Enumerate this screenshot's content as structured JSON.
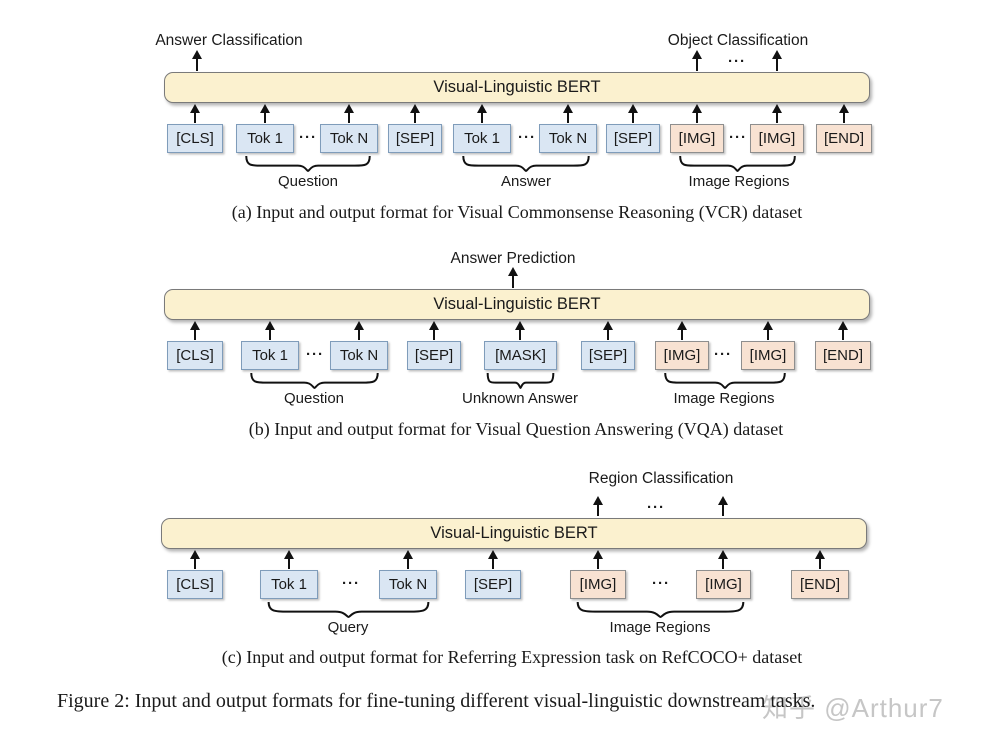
{
  "colors": {
    "text_box_fill": "#dae6f3",
    "text_box_border": "#7f9cba",
    "image_box_fill": "#f8e2d2",
    "image_box_border": "#8e8e8e",
    "bert_fill": "#fbf1cf",
    "bert_border": "#7a7a7a",
    "arrow": "#111111",
    "watermark_gray": "#c6c6c6"
  },
  "diagrams": {
    "a": {
      "output_left": "Answer Classification",
      "output_right": "Object Classification",
      "output_dots": "···",
      "bert_label": "Visual-Linguistic BERT",
      "tokens": [
        {
          "label": "[CLS]",
          "type": "text"
        },
        {
          "label": "Tok 1",
          "type": "text"
        },
        {
          "label": "···",
          "type": "dots"
        },
        {
          "label": "Tok N",
          "type": "text"
        },
        {
          "label": "[SEP]",
          "type": "text"
        },
        {
          "label": "Tok 1",
          "type": "text"
        },
        {
          "label": "···",
          "type": "dots"
        },
        {
          "label": "Tok N",
          "type": "text"
        },
        {
          "label": "[SEP]",
          "type": "text"
        },
        {
          "label": "[IMG]",
          "type": "image"
        },
        {
          "label": "···",
          "type": "dots"
        },
        {
          "label": "[IMG]",
          "type": "image"
        },
        {
          "label": "[END]",
          "type": "image"
        }
      ],
      "groups": [
        {
          "label": "Question"
        },
        {
          "label": "Answer"
        },
        {
          "label": "Image Regions"
        }
      ],
      "caption": "(a) Input and output format for Visual Commonsense Reasoning (VCR) dataset"
    },
    "b": {
      "output_top": "Answer Prediction",
      "bert_label": "Visual-Linguistic BERT",
      "tokens": [
        {
          "label": "[CLS]",
          "type": "text"
        },
        {
          "label": "Tok 1",
          "type": "text"
        },
        {
          "label": "···",
          "type": "dots"
        },
        {
          "label": "Tok N",
          "type": "text"
        },
        {
          "label": "[SEP]",
          "type": "text"
        },
        {
          "label": "[MASK]",
          "type": "text"
        },
        {
          "label": "[SEP]",
          "type": "text"
        },
        {
          "label": "[IMG]",
          "type": "image"
        },
        {
          "label": "···",
          "type": "dots"
        },
        {
          "label": "[IMG]",
          "type": "image"
        },
        {
          "label": "[END]",
          "type": "image"
        }
      ],
      "groups": [
        {
          "label": "Question"
        },
        {
          "label": "Unknown Answer"
        },
        {
          "label": "Image Regions"
        }
      ],
      "caption": "(b) Input and output format for Visual Question Answering (VQA) dataset"
    },
    "c": {
      "output_top": "Region Classification",
      "output_dots": "···",
      "bert_label": "Visual-Linguistic BERT",
      "tokens": [
        {
          "label": "[CLS]",
          "type": "text"
        },
        {
          "label": "Tok 1",
          "type": "text"
        },
        {
          "label": "···",
          "type": "dots"
        },
        {
          "label": "Tok N",
          "type": "text"
        },
        {
          "label": "[SEP]",
          "type": "text"
        },
        {
          "label": "[IMG]",
          "type": "image"
        },
        {
          "label": "···",
          "type": "dots"
        },
        {
          "label": "[IMG]",
          "type": "image"
        },
        {
          "label": "[END]",
          "type": "image"
        }
      ],
      "groups": [
        {
          "label": "Query"
        },
        {
          "label": "Image Regions"
        }
      ],
      "caption": "(c) Input and output format for Referring Expression task on RefCOCO+ dataset"
    }
  },
  "figure_caption": "Figure 2: Input and output formats for fine-tuning different visual-linguistic downstream tasks.",
  "watermark": "知乎 @Arthur7"
}
